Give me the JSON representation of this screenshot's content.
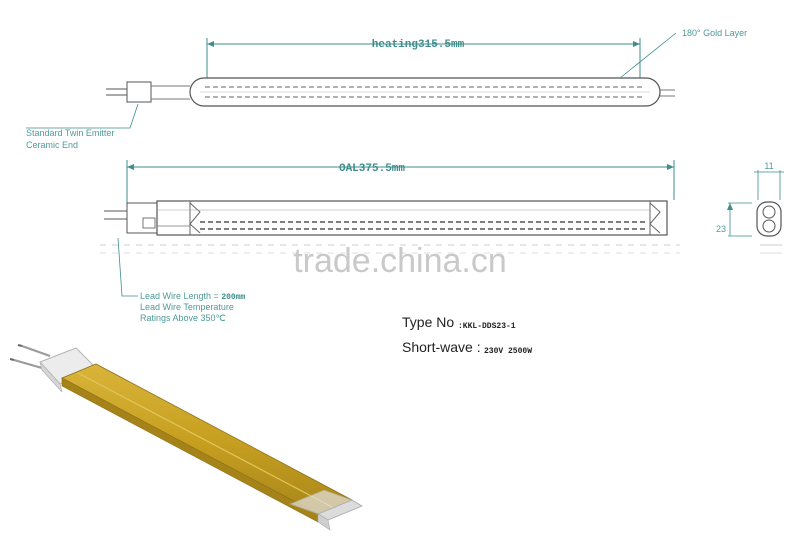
{
  "drawing": {
    "heating_dim": "heating315.5mm",
    "oal_dim": "OAL375.5mm",
    "gold_layer_note": "180° Gold Layer",
    "ceramic_end_note_line1": "Standard Twin Emitter",
    "ceramic_end_note_line2": "Ceramic End",
    "lead_wire_prefix": "Lead Wire Length = ",
    "lead_wire_value": "200mm",
    "lead_temp_line1": "Lead Wire Temperature",
    "lead_temp_line2": "Ratings Above 350℃",
    "end_width_dim": "11",
    "end_height_dim": "23"
  },
  "spec": {
    "type_label": "Type No",
    "type_value": ":KKL-DDS23-1",
    "wave_label": "Short-wave :",
    "wave_value": "230V   2500W"
  },
  "watermark": "trade.china.cn",
  "colors": {
    "line": "#555555",
    "dimension": "#3f8d8d",
    "gold": "#c9a227"
  }
}
